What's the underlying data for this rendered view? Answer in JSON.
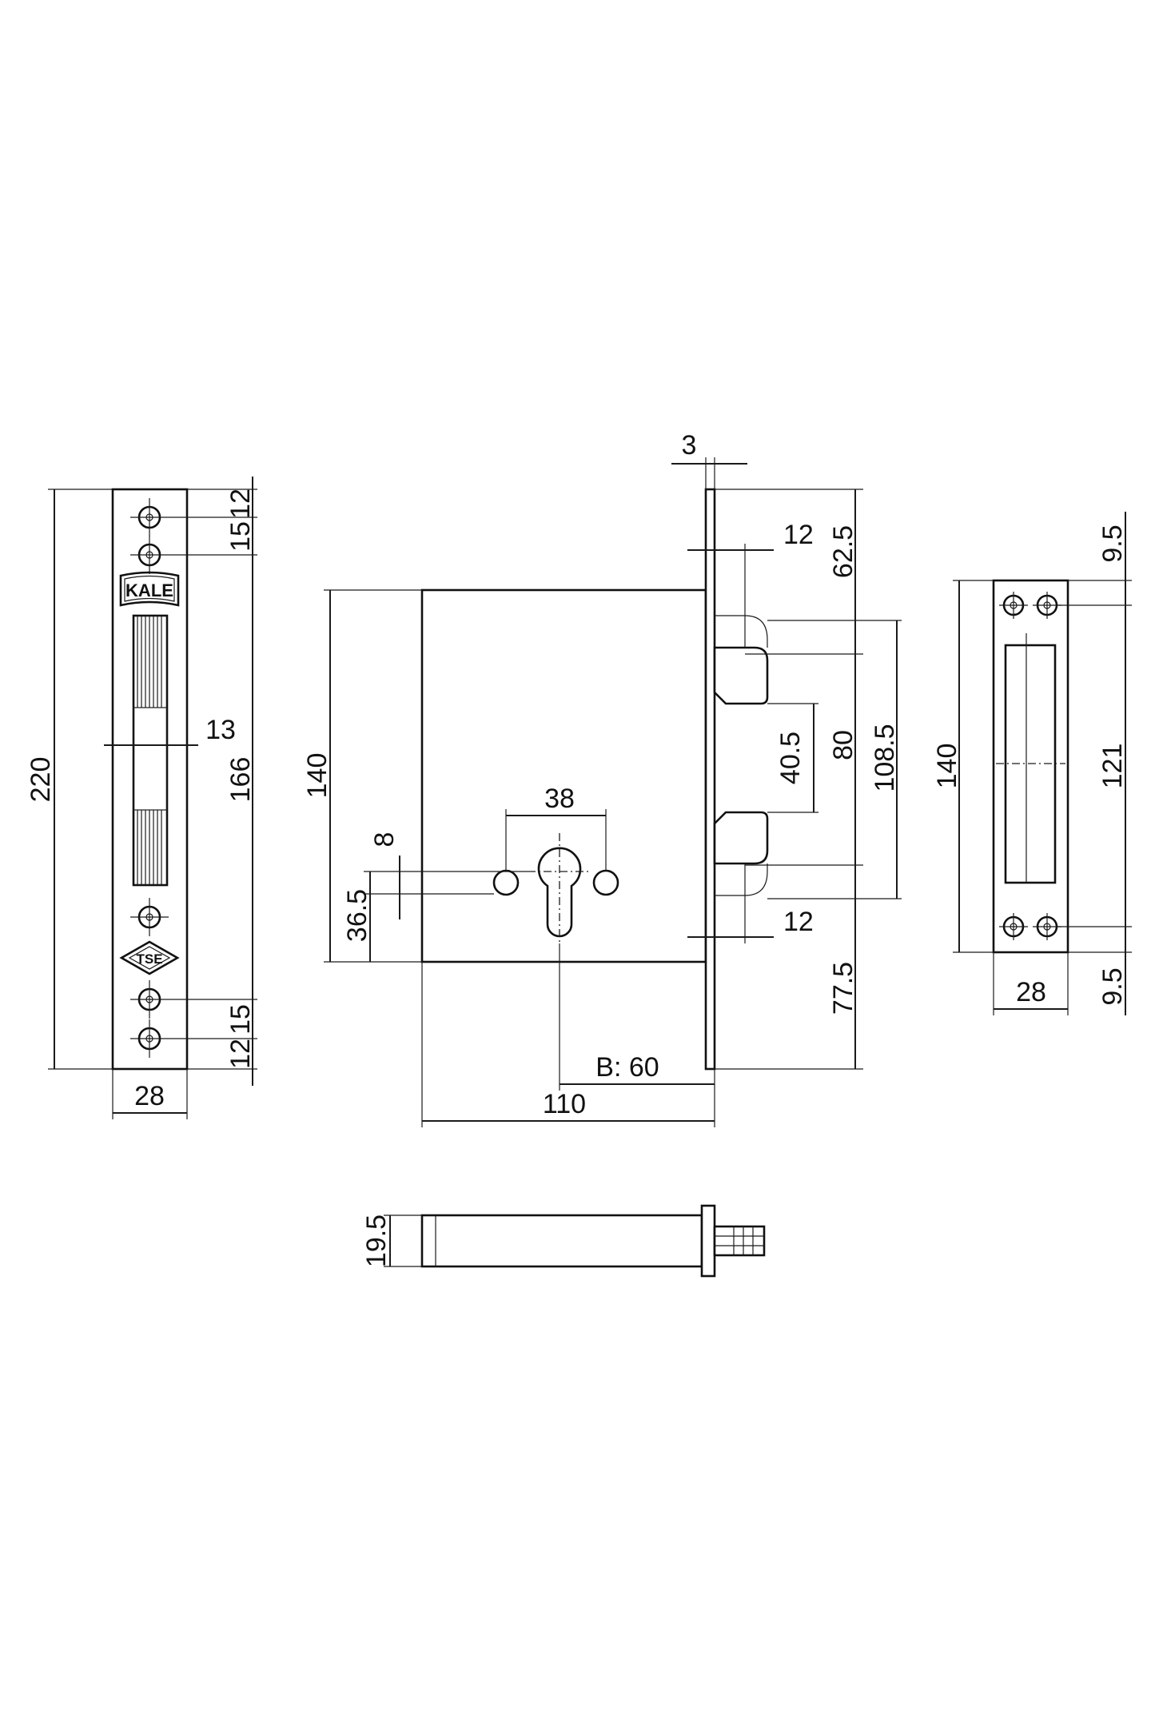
{
  "faceplate": {
    "dims": {
      "height": "220",
      "top_gap": "12",
      "hole_gap_top": "15",
      "inner": "166",
      "slot": "13",
      "hole_gap_bottom": "15",
      "bottom_gap": "12",
      "width": "28"
    },
    "logo": "KALE",
    "badge": "TSE"
  },
  "lock_body": {
    "dims": {
      "plate_thickness": "3",
      "latch_offset_top": "12",
      "top": "62.5",
      "height": "140",
      "bolt_spacing": "40.5",
      "bolt_span": "80",
      "bolt_outer": "108.5",
      "cyl_spacing": "38",
      "cyl_hole": "8",
      "cyl_height": "36.5",
      "latch_offset_bottom": "12",
      "bottom": "77.5",
      "backset": "B: 60",
      "depth": "110"
    }
  },
  "strike_plate": {
    "dims": {
      "top": "9.5",
      "height": "140",
      "inner": "121",
      "width": "28",
      "bottom": "9.5"
    }
  },
  "cylinder": {
    "dims": {
      "height": "19.5"
    }
  }
}
